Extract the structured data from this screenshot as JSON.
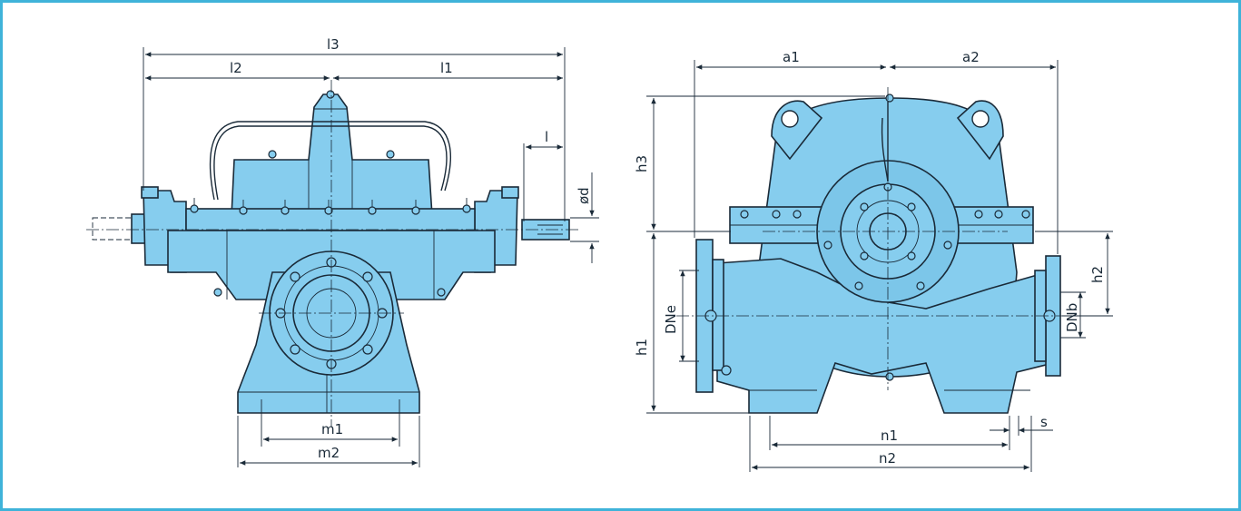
{
  "figure": {
    "frame_color": "#3fb3d9",
    "pump_color": "#86cdee",
    "line_color": "#1a2a38"
  },
  "side_view": {
    "labels": {
      "l3": "l3",
      "l2": "l2",
      "l1": "l1",
      "l": "l",
      "d": "ød",
      "m1": "m1",
      "m2": "m2"
    }
  },
  "end_view": {
    "labels": {
      "a1": "a1",
      "a2": "a2",
      "h3": "h3",
      "h1": "h1",
      "h2": "h2",
      "DNe": "DNe",
      "DNb": "DNb",
      "s": "s",
      "n1": "n1",
      "n2": "n2"
    }
  }
}
